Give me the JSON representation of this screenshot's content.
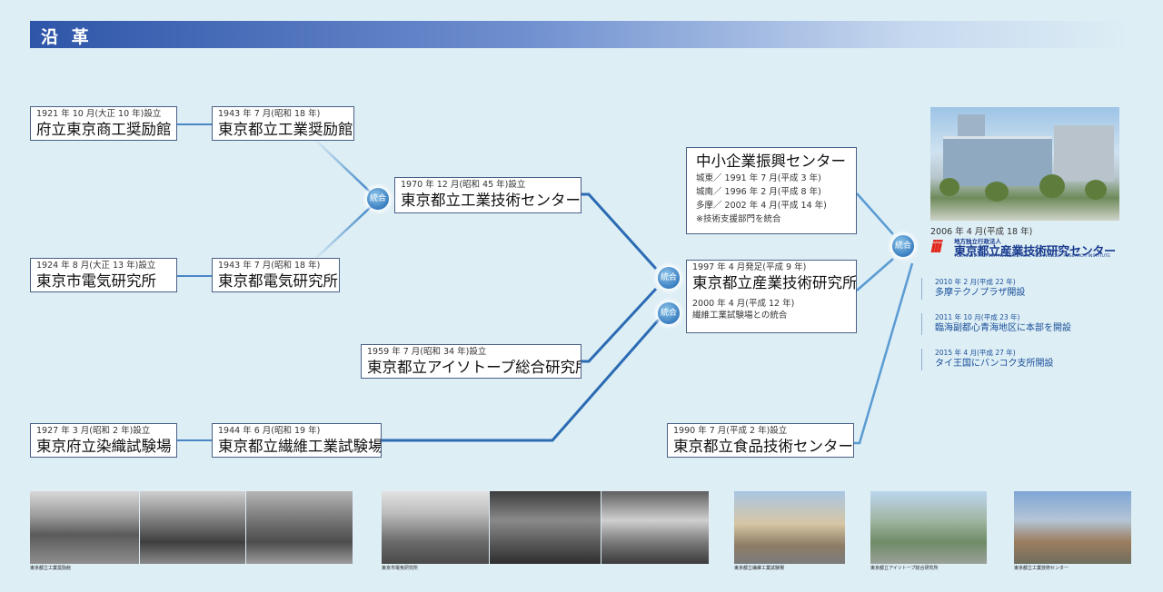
{
  "header": {
    "title": "沿 革"
  },
  "nodes": {
    "a": {
      "date": "1921 年 10 月(大正 10 年)設立",
      "name": "府立東京商工奨励館"
    },
    "b": {
      "date": "1943 年 7 月(昭和 18 年)",
      "name": "東京都立工業奨励館"
    },
    "c": {
      "date": "1924 年 8 月(大正 13 年)設立",
      "name": "東京市電気研究所"
    },
    "d": {
      "date": "1943 年 7 月(昭和 18 年)",
      "name": "東京都電気研究所"
    },
    "e": {
      "date": "1970 年 12 月(昭和 45 年)設立",
      "name": "東京都立工業技術センター"
    },
    "f": {
      "date": "1959 年 7 月(昭和 34 年)設立",
      "name": "東京都立アイソトープ総合研究所"
    },
    "g": {
      "date": "1927 年 3 月(昭和 2 年)設立",
      "name": "東京府立染織試験場"
    },
    "h": {
      "date": "1944 年 6 月(昭和 19 年)",
      "name": "東京都立繊維工業試験場"
    },
    "i": {
      "name": "中小企業振興センター",
      "lines": [
        "城東／ 1991 年 7 月(平成 3 年)",
        "城南／ 1996 年 2 月(平成 8 年)",
        "多摩／ 2002 年 4 月(平成 14 年)",
        "※技術支援部門を統合"
      ]
    },
    "j": {
      "date": "1997 年 4 月発足(平成 9 年)",
      "name": "東京都立産業技術研究所",
      "sub_date": "2000 年 4 月(平成 12 年)",
      "sub_text": "繊維工業試験場との統合"
    },
    "k": {
      "date": "1990 年 7 月(平成 2 年)設立",
      "name": "東京都立食品技術センター"
    }
  },
  "merge_label": "統合",
  "right": {
    "date": "2006 年 4 月(平成 18 年)",
    "logo_small": "地方独立行政法人",
    "logo_name": "東京都立産業技術研究センター",
    "logo_en": "TOKYO METROPOLITAN INDUSTRIAL TECHNOLOGY RESEARCH INSTITUTE",
    "events": [
      {
        "date": "2010 年 2 月(平成 22 年)",
        "text": "多摩テクノプラザ開設"
      },
      {
        "date": "2011 年 10 月(平成 23 年)",
        "text": "臨海副都心青海地区に本部を開設"
      },
      {
        "date": "2015 年 4 月(平成 27 年)",
        "text": "タイ王国にバンコク支所開設"
      }
    ]
  },
  "captions": [
    "東京都立工業奨励館",
    "東京市電気研究所",
    "東京都立繊維工業試験場",
    "東京都立アイソトープ総合研究所",
    "東京都立工業技術センター"
  ]
}
